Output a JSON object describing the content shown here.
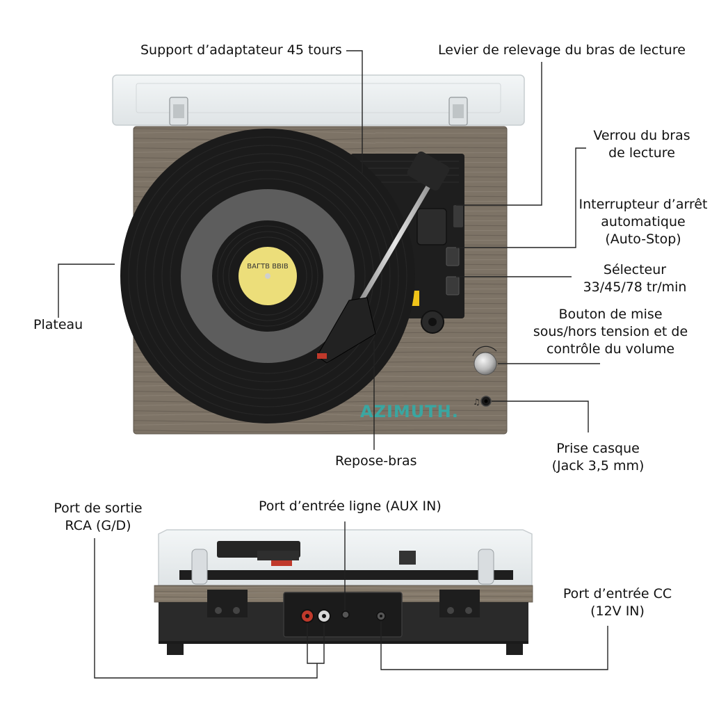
{
  "labels": {
    "support_45": "Support d’adaptateur 45 tours",
    "levier": "Levier de relevage du bras de lecture",
    "verrou": "Verrou du bras\nde lecture",
    "autostop": "Interrupteur d’arrêt\nautomatique\n(Auto-Stop)",
    "selecteur": "Sélecteur\n33/45/78 tr/min",
    "bouton": "Bouton de mise\nsous/hors tension et de\ncontrôle du volume",
    "plateau": "Plateau",
    "repose": "Repose-bras",
    "casque": "Prise casque\n(Jack 3,5 mm)",
    "rca": "Port de sortie\nRCA (G/D)",
    "aux": "Port d’entrée ligne (AUX IN)",
    "cc": "Port d’entrée CC\n(12V IN)"
  },
  "brand": "AZIMUTH.",
  "record_label_text": "ВАГТВ ВВІВ",
  "colors": {
    "wood": "#7d7366",
    "wood_dark": "#665d52",
    "vinyl": "#1b1b1b",
    "vinyl_mid": "#5d5d5d",
    "label_yellow": "#ecde7a",
    "brand": "#3aa6a1",
    "body_black": "#2a2a2a",
    "lid": "#e8ecee",
    "leader": "#222222"
  }
}
